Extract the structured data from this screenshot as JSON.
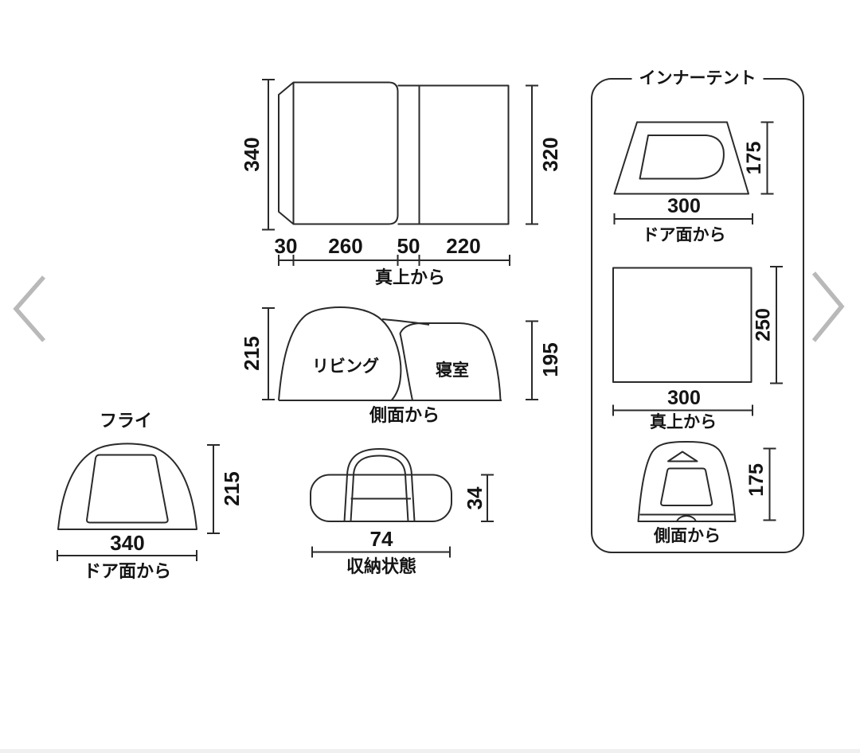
{
  "colors": {
    "background": "#ffffff",
    "line": "#2a2a2a",
    "text": "#141414",
    "chevron": "#b9b9b9",
    "bottom_strip": "#eff0f2"
  },
  "carousel": {
    "prev_icon": "chevron-left",
    "next_icon": "chevron-right"
  },
  "diagrams": {
    "overall_top": {
      "height_left": "340",
      "height_right": "320",
      "segments": [
        "30",
        "260",
        "50",
        "220"
      ],
      "caption": "真上から"
    },
    "overall_side": {
      "height_left": "215",
      "height_right": "195",
      "label_living": "リビング",
      "label_bedroom": "寝室",
      "caption": "側面から"
    },
    "fly": {
      "title": "フライ",
      "height": "215",
      "width": "340",
      "caption": "ドア面から"
    },
    "bag": {
      "width": "74",
      "height": "34",
      "caption": "収納状態"
    },
    "inner": {
      "title": "インナーテント",
      "door": {
        "width": "300",
        "height": "175",
        "caption": "ドア面から"
      },
      "top": {
        "width": "300",
        "height": "250",
        "caption": "真上から"
      },
      "side": {
        "height": "175",
        "caption": "側面から"
      }
    }
  }
}
